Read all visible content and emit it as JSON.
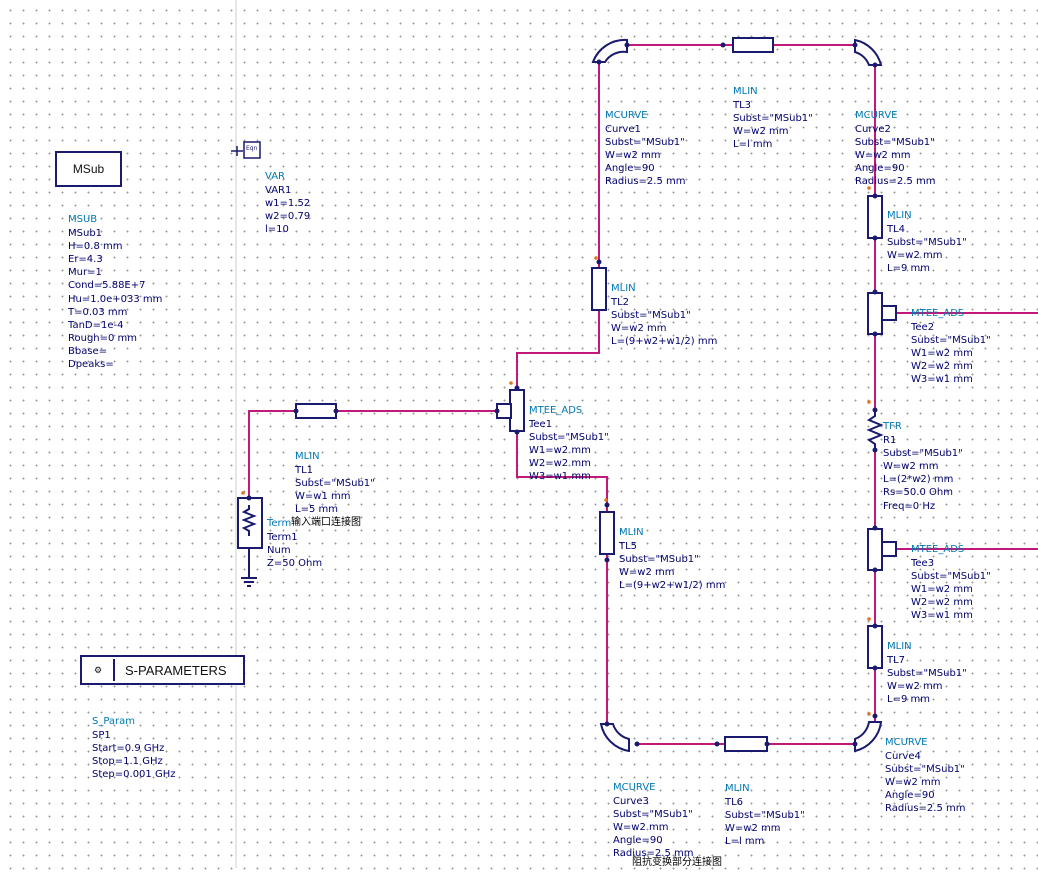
{
  "app": {
    "colors": {
      "wire": "#c2187a",
      "component": "#1a1a6e",
      "label_name": "#0077b3",
      "label_text": "#00006e",
      "grid": "#9a9a9a"
    }
  },
  "msub_box": {
    "label": "MSub"
  },
  "sparam_box": {
    "label": "S-PARAMETERS",
    "icon": "s-param-icon"
  },
  "var_icon": {
    "label": "Eqn"
  },
  "blocks": {
    "msub": [
      "MSUB",
      "MSub1",
      "H=0.8 mm",
      "Er=4.3",
      "Mur=1",
      "Cond=5.88E+7",
      "Hu=1.0e+033 mm",
      "T=0.03 mm",
      "TanD=1e-4",
      "Rough=0 mm",
      "Bbase=",
      "Dpeaks="
    ],
    "var": [
      "VAR",
      "VAR1",
      "w1=1.52",
      "w2=0.79",
      "l=10"
    ],
    "tl1": [
      "MLIN",
      "TL1",
      "Subst=\"MSub1\"",
      "W=w1 mm",
      "L=5 mm"
    ],
    "term": [
      "Term",
      "Term1",
      "Num",
      "Z=50 Ohm"
    ],
    "sp": [
      "S_Param",
      "SP1",
      "Start=0.9 GHz",
      "Stop=1.1 GHz",
      "Step=0.001 GHz"
    ],
    "tee1": [
      "MTEE_ADS",
      "Tee1",
      "Subst=\"MSub1\"",
      "W1=w2 mm",
      "W2=w2 mm",
      "W3=w1 mm"
    ],
    "tl2": [
      "MLIN",
      "TL2",
      "Subst=\"MSub1\"",
      "W=w2 mm",
      "L=(9+w2+w1/2) mm"
    ],
    "curve1": [
      "MCURVE",
      "Curve1",
      "Subst=\"MSub1\"",
      "W=w2 mm",
      "Angle=90",
      "Radius=2.5 mm"
    ],
    "tl3": [
      "MLIN",
      "TL3",
      "Subst=\"MSub1\"",
      "W=w2 mm",
      "L=l mm"
    ],
    "curve2": [
      "MCURVE",
      "Curve2",
      "Subst=\"MSub1\"",
      "W=w2 mm",
      "Angle=90",
      "Radius=2.5 mm"
    ],
    "tl4": [
      "MLIN",
      "TL4",
      "Subst=\"MSub1\"",
      "W=w2 mm",
      "L=9 mm"
    ],
    "tee2": [
      "MTEE_ADS",
      "Tee2",
      "Subst=\"MSub1\"",
      "W1=w2 mm",
      "W2=w2 mm",
      "W3=w1 mm"
    ],
    "tfr": [
      "TFR",
      "R1",
      "Subst=\"MSub1\"",
      "W=w2 mm",
      "L=(2*w2) mm",
      "Rs=50.0 Ohm",
      "Freq=0 Hz"
    ],
    "tee3": [
      "MTEE_ADS",
      "Tee3",
      "Subst=\"MSub1\"",
      "W1=w2 mm",
      "W2=w2 mm",
      "W3=w1 mm"
    ],
    "tl7": [
      "MLIN",
      "TL7",
      "Subst=\"MSub1\"",
      "W=w2 mm",
      "L=9 mm"
    ],
    "curve4": [
      "MCURVE",
      "Curve4",
      "Subst=\"MSub1\"",
      "W=w2 mm",
      "Angle=90",
      "Radius=2.5 mm"
    ],
    "tl5": [
      "MLIN",
      "TL5",
      "Subst=\"MSub1\"",
      "W=w2 mm",
      "L=(9+w2+w1/2) mm"
    ],
    "curve3": [
      "MCURVE",
      "Curve3",
      "Subst=\"MSub1\"",
      "W=w2 mm",
      "Angle=90",
      "Radius=2.5 mm"
    ],
    "tl6": [
      "MLIN",
      "TL6",
      "Subst=\"MSub1\"",
      "W=w2 mm",
      "L=l mm"
    ]
  },
  "notes": {
    "input_port": "输入端口连接图",
    "impedance": "阻抗变换部分连接图"
  }
}
